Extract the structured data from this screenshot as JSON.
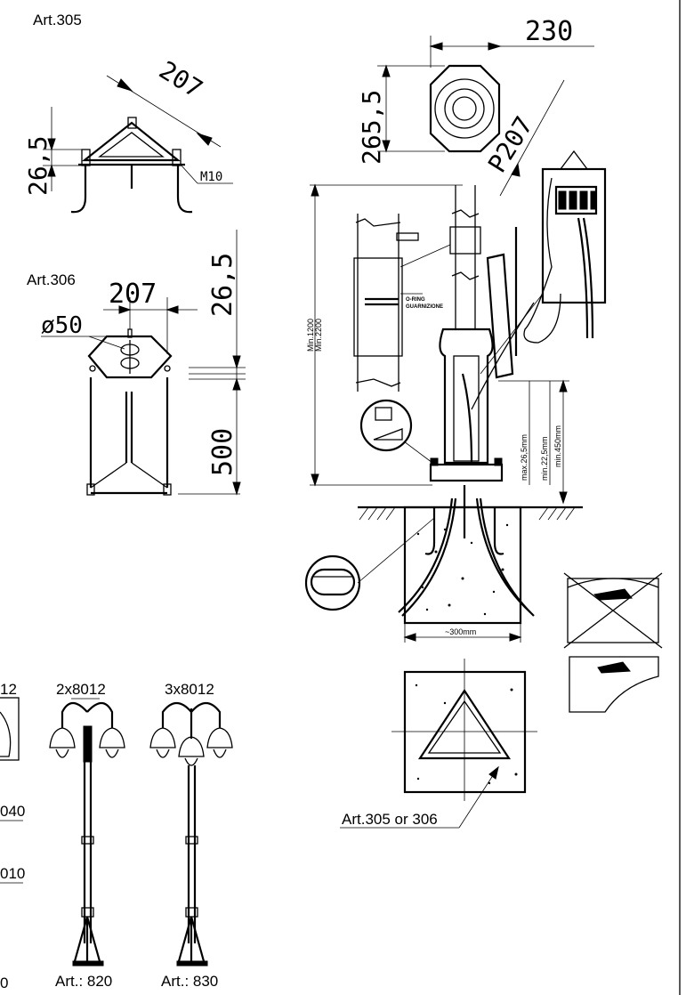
{
  "labels": {
    "art305": "Art.305",
    "art306": "Art.306",
    "art305or306": "Art.305 or 306",
    "art820": "Art.: 820",
    "art830": "Art.: 830",
    "art_cut": "0",
    "lamp_cut": "12",
    "lamp2": "2x8012",
    "lamp3": "3x8012",
    "code_040": "040",
    "code_010": "010"
  },
  "dims": {
    "d207_a": "207",
    "d26_5_a": "26,5",
    "m10": "M10",
    "d207_b": "207",
    "d26_5_b": "26,5",
    "phi50": "ø50",
    "d500": "500",
    "d230": "230",
    "d265_5": "265,5",
    "p207": "P207",
    "min1200": "Min.1200",
    "min2200": "Min.2200",
    "max26": "max.26,5mm",
    "min22": "min.22,5mm",
    "min450": "min.450mm",
    "w300": "~300mm",
    "oring": "O-RING",
    "guarnizione": "GUARNIZIONE"
  }
}
